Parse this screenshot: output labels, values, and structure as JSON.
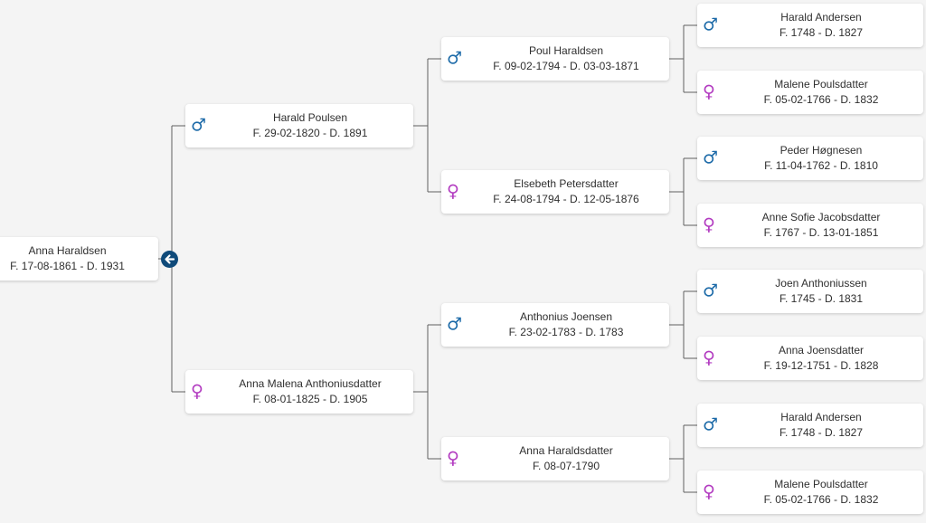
{
  "root": {
    "name": "Anna Haraldsen",
    "dates": "F. 17-08-1861 - D. 1931"
  },
  "gen1": [
    {
      "sex": "male",
      "name": "Harald Poulsen",
      "dates": "F. 29-02-1820 - D. 1891"
    },
    {
      "sex": "female",
      "name": "Anna Malena Anthoniusdatter",
      "dates": "F. 08-01-1825 - D. 1905"
    }
  ],
  "gen2": [
    {
      "sex": "male",
      "name": "Poul Haraldsen",
      "dates": "F. 09-02-1794 - D. 03-03-1871"
    },
    {
      "sex": "female",
      "name": "Elsebeth Petersdatter",
      "dates": "F. 24-08-1794 - D. 12-05-1876"
    },
    {
      "sex": "male",
      "name": "Anthonius Joensen",
      "dates": "F. 23-02-1783 - D. 1783"
    },
    {
      "sex": "female",
      "name": "Anna Haraldsdatter",
      "dates": "F. 08-07-1790"
    }
  ],
  "gen3": [
    {
      "sex": "male",
      "name": "Harald Andersen",
      "dates": "F. 1748 - D. 1827"
    },
    {
      "sex": "female",
      "name": "Malene Poulsdatter",
      "dates": "F. 05-02-1766 - D. 1832"
    },
    {
      "sex": "male",
      "name": "Peder Høgnesen",
      "dates": "F. 11-04-1762 - D. 1810"
    },
    {
      "sex": "female",
      "name": "Anne Sofie Jacobsdatter",
      "dates": "F. 1767 - D. 13-01-1851"
    },
    {
      "sex": "male",
      "name": "Joen Anthoniussen",
      "dates": "F. 1745 - D. 1831"
    },
    {
      "sex": "female",
      "name": "Anna Joensdatter",
      "dates": "F. 19-12-1751 - D. 1828"
    },
    {
      "sex": "male",
      "name": "Harald Andersen",
      "dates": "F. 1748 - D. 1827"
    },
    {
      "sex": "female",
      "name": "Malene Poulsdatter",
      "dates": "F. 05-02-1766 - D. 1832"
    }
  ],
  "symbols": {
    "male": "♂",
    "female": "♀"
  },
  "icons": {
    "back": "arrow-left-circle-icon"
  },
  "colors": {
    "male": "#1c6aa8",
    "female": "#b23ac0",
    "button": "#0f4a7a"
  }
}
